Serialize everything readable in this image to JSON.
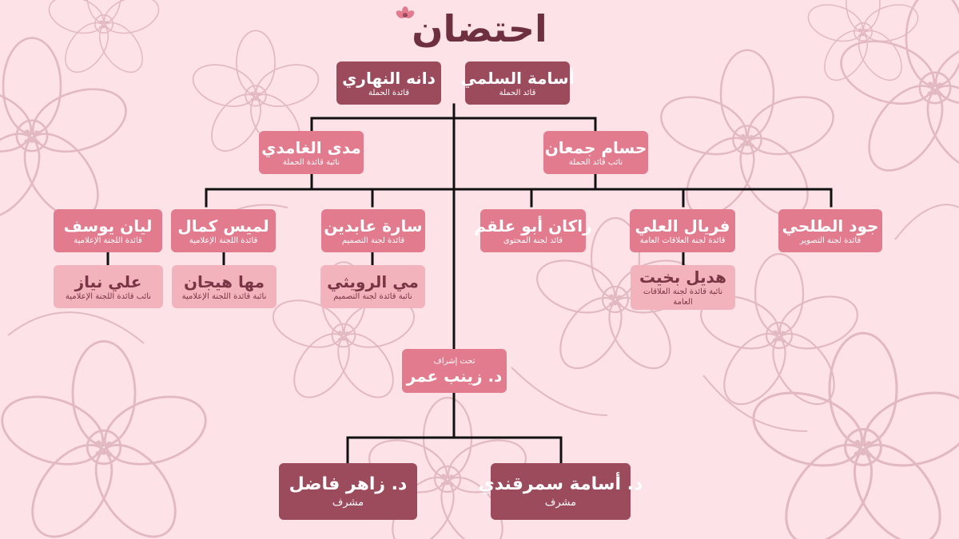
{
  "title": "احتضان",
  "colors": {
    "background": "#fde3e8",
    "dark_box": "#9c4b5c",
    "mid_box": "#e27b8e",
    "light_box": "#f3b3bd",
    "line": "#111111",
    "title": "#6e2f3f"
  },
  "leaders": [
    {
      "name": "أسامة السلمي",
      "role": "قائد الحملة"
    },
    {
      "name": "دانه النهاري",
      "role": "قائدة الحملة"
    }
  ],
  "deputies": [
    {
      "name": "حسام جمعان",
      "role": "نائب قائد الحملة"
    },
    {
      "name": "مدى الغامدي",
      "role": "نائبة قائدة الحملة"
    }
  ],
  "committee_leads": [
    {
      "name": "جود الطلحي",
      "role": "قائدة لجنة التصوير"
    },
    {
      "name": "فريال العلي",
      "role": "قائدة لجنة العلاقات العامة"
    },
    {
      "name": "راكان أبو علقم",
      "role": "قائد لجنة المحتوى"
    },
    {
      "name": "سارة عابدين",
      "role": "قائدة لجنة التصميم"
    },
    {
      "name": "لميس كمال",
      "role": "قائدة اللجنة الإعلامية"
    },
    {
      "name": "ليان يوسف",
      "role": "قائدة اللجنة الإعلامية"
    }
  ],
  "committee_deputies": [
    {
      "name": "هديل بخيت",
      "role": "نائبة قائدة لجنة العلاقات العامة"
    },
    {
      "name": "مي الرويثي",
      "role": "نائبة قائدة لجنة التصميم"
    },
    {
      "name": "مها هيجان",
      "role": "نائبة قائدة اللجنة الإعلامية"
    },
    {
      "name": "علي نياز",
      "role": "نائب قائدة اللجنة الإعلامية"
    }
  ],
  "supervision": {
    "prefix": "تحت إشراف",
    "name": "د. زينب عمر"
  },
  "supervisors": [
    {
      "name": "د. أسامة سمرقندي",
      "role": "مشرف"
    },
    {
      "name": "د. زاهر فاضل",
      "role": "مشرف"
    }
  ]
}
